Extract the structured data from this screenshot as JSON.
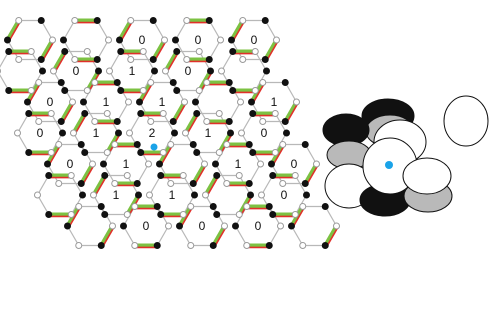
{
  "colors": {
    "lattice_edge": "#b8b8b8",
    "red_bond": "#e0302a",
    "green_bond": "#7cc242",
    "filled_site": "#111111",
    "open_site_stroke": "#9a9a9a",
    "center_marker": "#1aa3e8",
    "disc_black": "#111111",
    "disc_gray": "#b9b9b9",
    "disc_white": "#ffffff"
  },
  "lattice": {
    "rows": 7,
    "cols": 5,
    "numbers": [
      {
        "row": 0,
        "col": 2,
        "label": "0"
      },
      {
        "row": 0,
        "col": 3,
        "label": "0"
      },
      {
        "row": 0,
        "col": 4,
        "label": "0"
      },
      {
        "row": 1,
        "col": 1,
        "label": "0"
      },
      {
        "row": 1,
        "col": 2,
        "label": "1"
      },
      {
        "row": 1,
        "col": 3,
        "label": "0"
      },
      {
        "row": 2,
        "col": 0,
        "label": "0"
      },
      {
        "row": 2,
        "col": 1,
        "label": "1"
      },
      {
        "row": 2,
        "col": 2,
        "label": "1"
      },
      {
        "row": 2,
        "col": 4,
        "label": "1"
      },
      {
        "row": 3,
        "col": 0,
        "label": "0"
      },
      {
        "row": 3,
        "col": 1,
        "label": "1"
      },
      {
        "row": 3,
        "col": 2,
        "label": "2"
      },
      {
        "row": 3,
        "col": 3,
        "label": "1"
      },
      {
        "row": 3,
        "col": 4,
        "label": "0"
      },
      {
        "row": 4,
        "col": 0,
        "label": "0"
      },
      {
        "row": 4,
        "col": 1,
        "label": "1"
      },
      {
        "row": 4,
        "col": 3,
        "label": "1"
      },
      {
        "row": 4,
        "col": 4,
        "label": "0"
      },
      {
        "row": 5,
        "col": 1,
        "label": "1"
      },
      {
        "row": 5,
        "col": 2,
        "label": "1"
      },
      {
        "row": 5,
        "col": 4,
        "label": "0"
      },
      {
        "row": 6,
        "col": 1,
        "label": "0"
      },
      {
        "row": 6,
        "col": 2,
        "label": "0"
      },
      {
        "row": 6,
        "col": 3,
        "label": "0"
      }
    ]
  },
  "disc_cluster": [
    {
      "shade": "white"
    },
    {
      "shade": "black"
    },
    {
      "shade": "gray"
    },
    {
      "shade": "white"
    },
    {
      "shade": "black"
    },
    {
      "shade": "gray"
    },
    {
      "shade": "white"
    },
    {
      "shade": "black"
    },
    {
      "shade": "gray"
    },
    {
      "shade": "white"
    },
    {
      "shade": "white"
    }
  ]
}
